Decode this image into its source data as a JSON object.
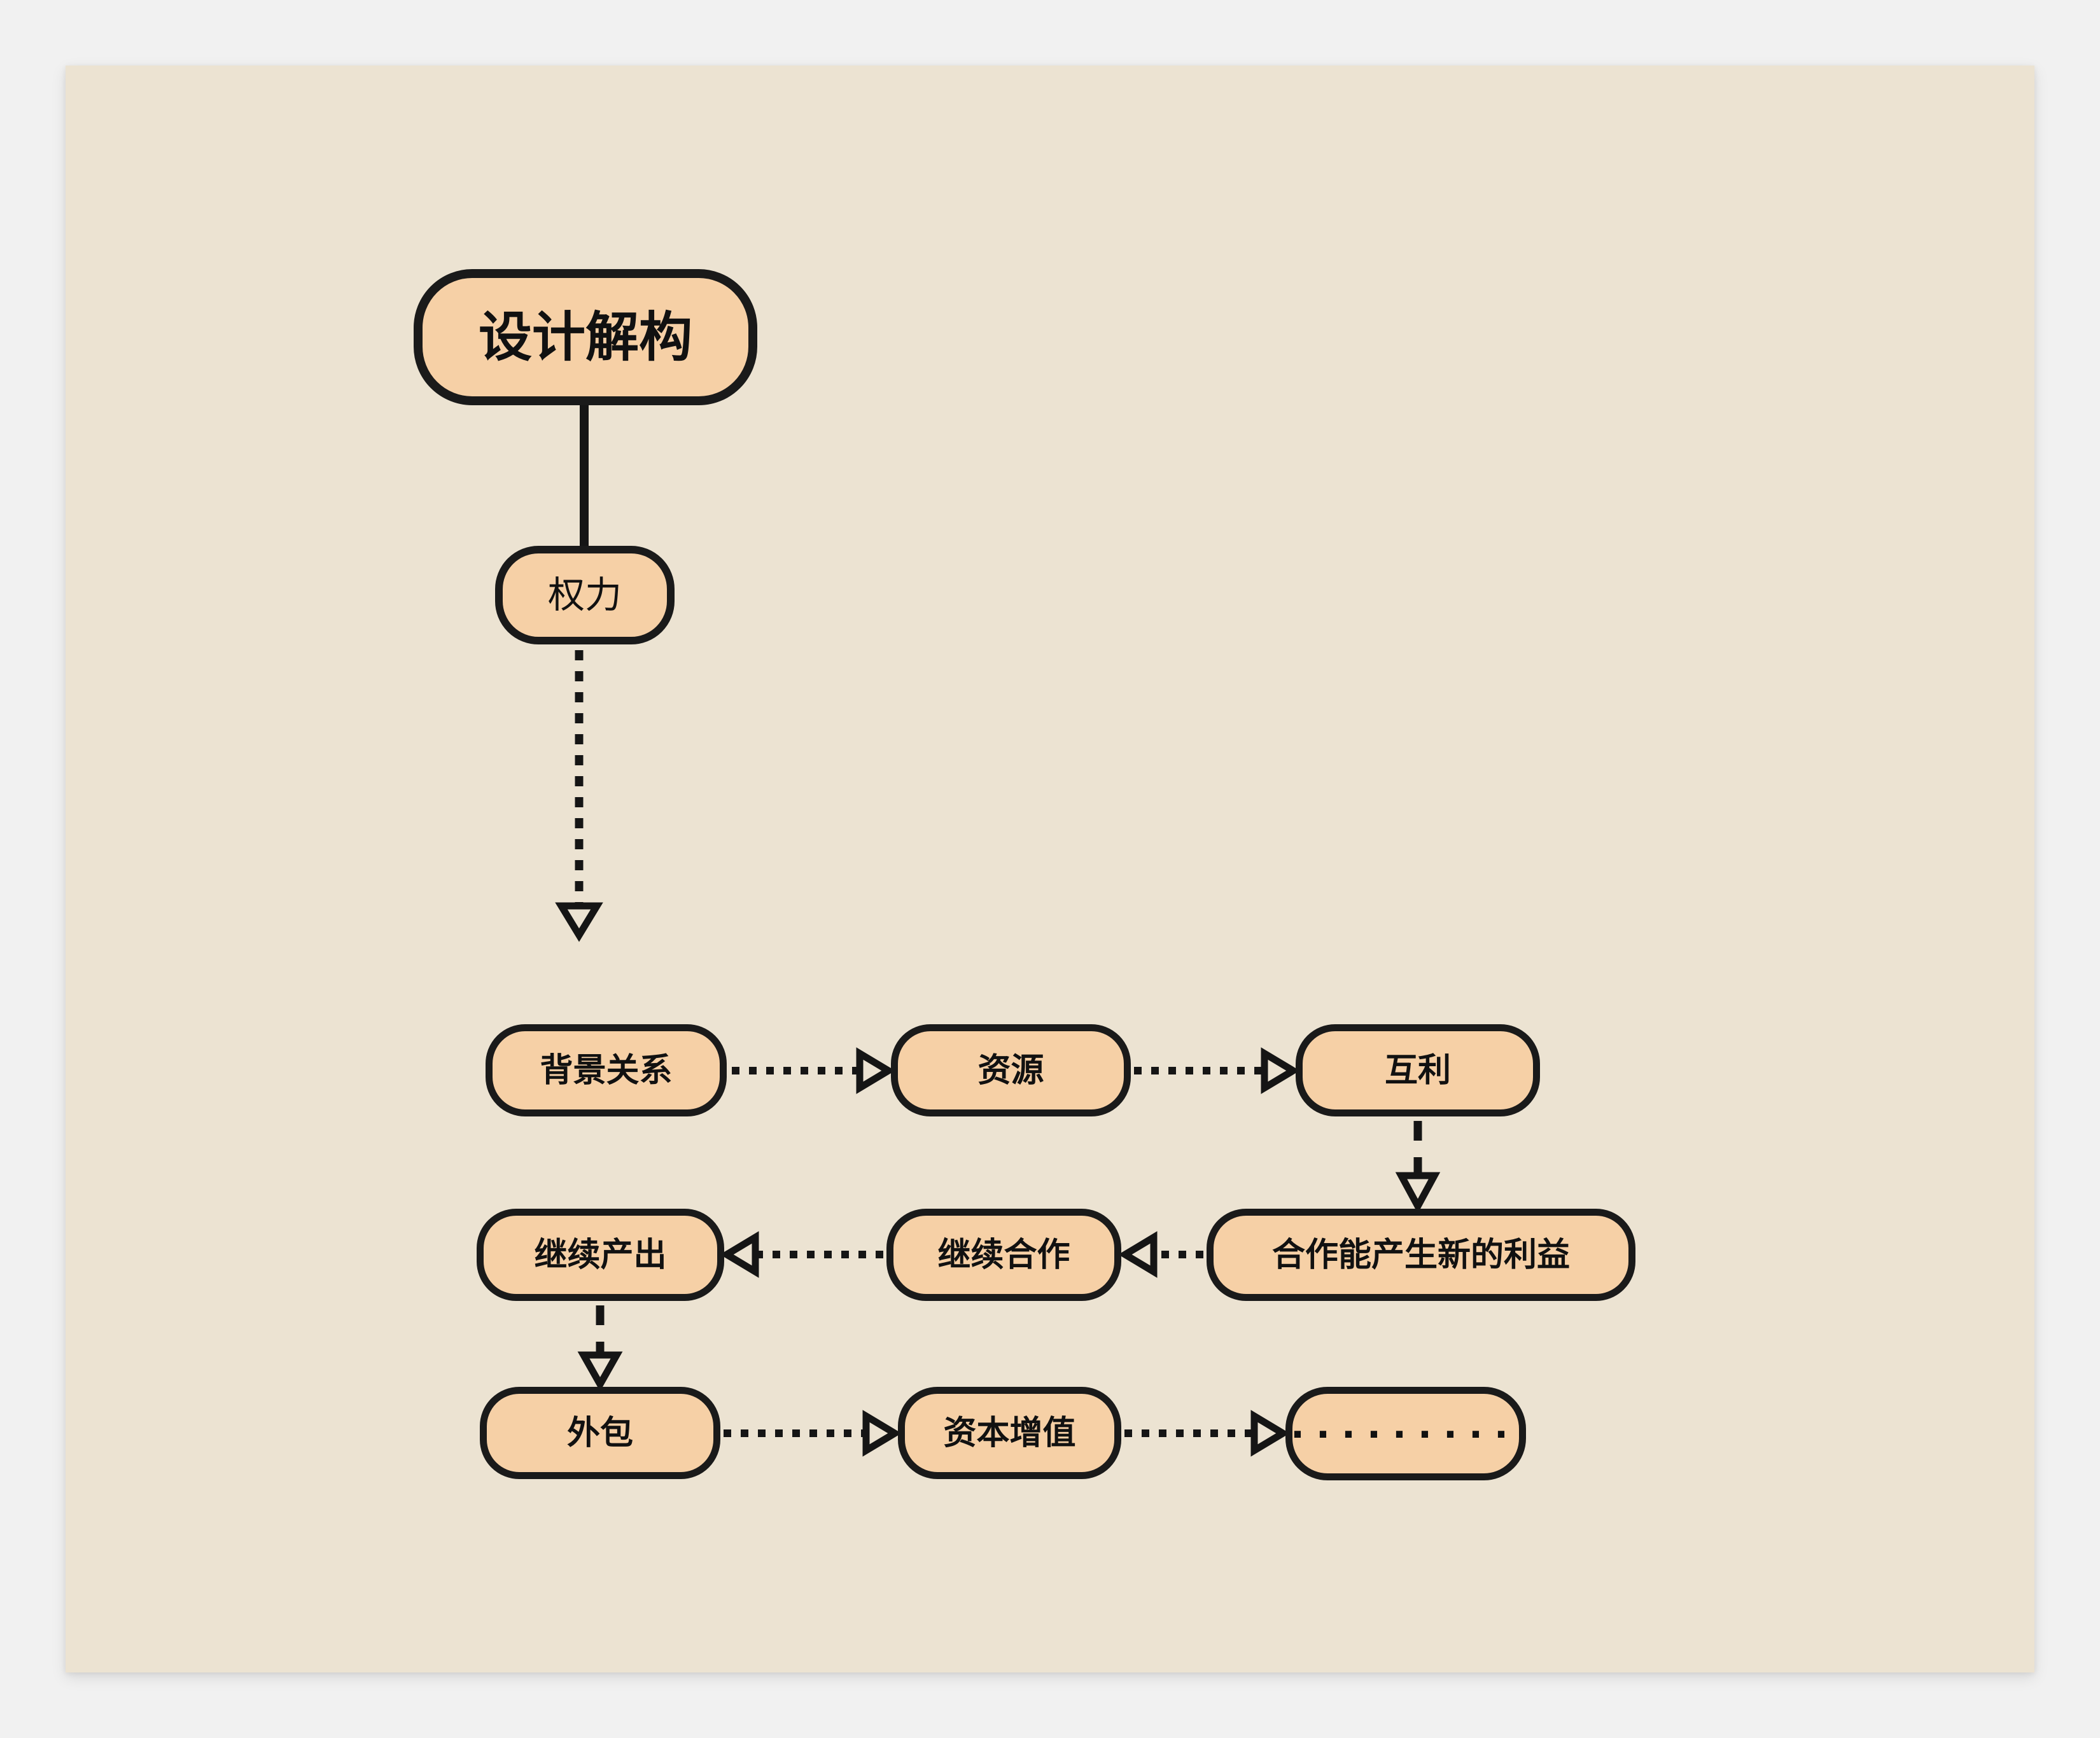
{
  "theme": {
    "outer_bg": "#f1f1f1",
    "canvas_bg": "#ece3d2",
    "node_fill": "#f6d0a6",
    "node_border": "#1a1a1a",
    "text_color": "#111111",
    "connector_color": "#151515"
  },
  "diagram": {
    "root": {
      "label": "设计解构"
    },
    "power": {
      "label": "权力"
    },
    "row1": {
      "background_relation": "背景关系",
      "resources": "资源",
      "mutual_benefit": "互利"
    },
    "row2": {
      "continue_output": "继续产出",
      "continue_cooperation": "继续合作",
      "new_benefits": "合作能产生新的利益"
    },
    "row3": {
      "outsourcing": "外包",
      "capital_appreciation": "资本增值",
      "ellipsis": "........."
    }
  }
}
